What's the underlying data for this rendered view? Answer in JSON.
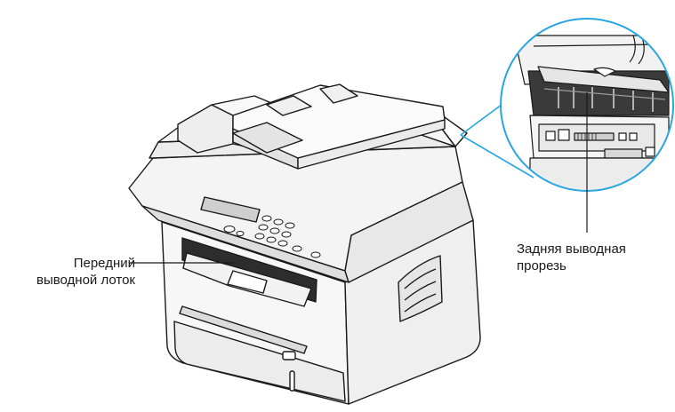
{
  "labels": {
    "front_tray": {
      "line1": "Передний",
      "line2": "выводной лоток"
    },
    "rear_slot": {
      "line1": "Задняя выводная",
      "line2": "прорезь"
    }
  },
  "colors": {
    "accent_ring": "#29a6e0",
    "outline": "#1a1a1a",
    "body_fill": "#f7f7f7",
    "shade": "#d9d9d9",
    "dark_shade": "#8c8c8c"
  }
}
